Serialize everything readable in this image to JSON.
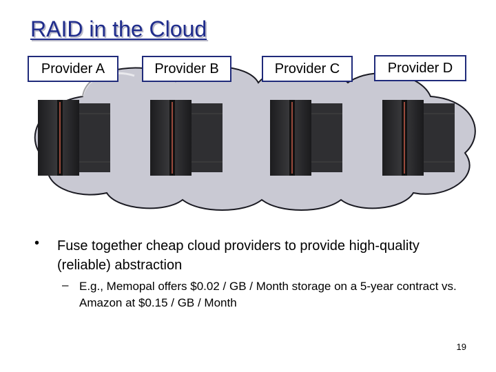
{
  "slide": {
    "title": "RAID in the Cloud",
    "providers": [
      {
        "label": "Provider A"
      },
      {
        "label": "Provider B"
      },
      {
        "label": "Provider C"
      },
      {
        "label": "Provider D"
      }
    ],
    "bullet": {
      "symbol": "•",
      "text": "Fuse together cheap cloud providers to provide high-quality (reliable) abstraction"
    },
    "sub_bullet": {
      "symbol": "–",
      "text": "E.g., Memopal offers $0.02 / GB / Month storage on a  5-year contract vs. Amazon at $0.15 / GB / Month"
    },
    "page_number": "19"
  },
  "colors": {
    "title": "#1f2c8c",
    "box_border": "#1f2a7a",
    "cloud_fill": "#c9c9d3",
    "server_body": "#2b2b2d",
    "server_accent": "#9a4a3c"
  },
  "icons": {
    "server": "server-rack-icon",
    "cloud": "cloud-icon"
  }
}
